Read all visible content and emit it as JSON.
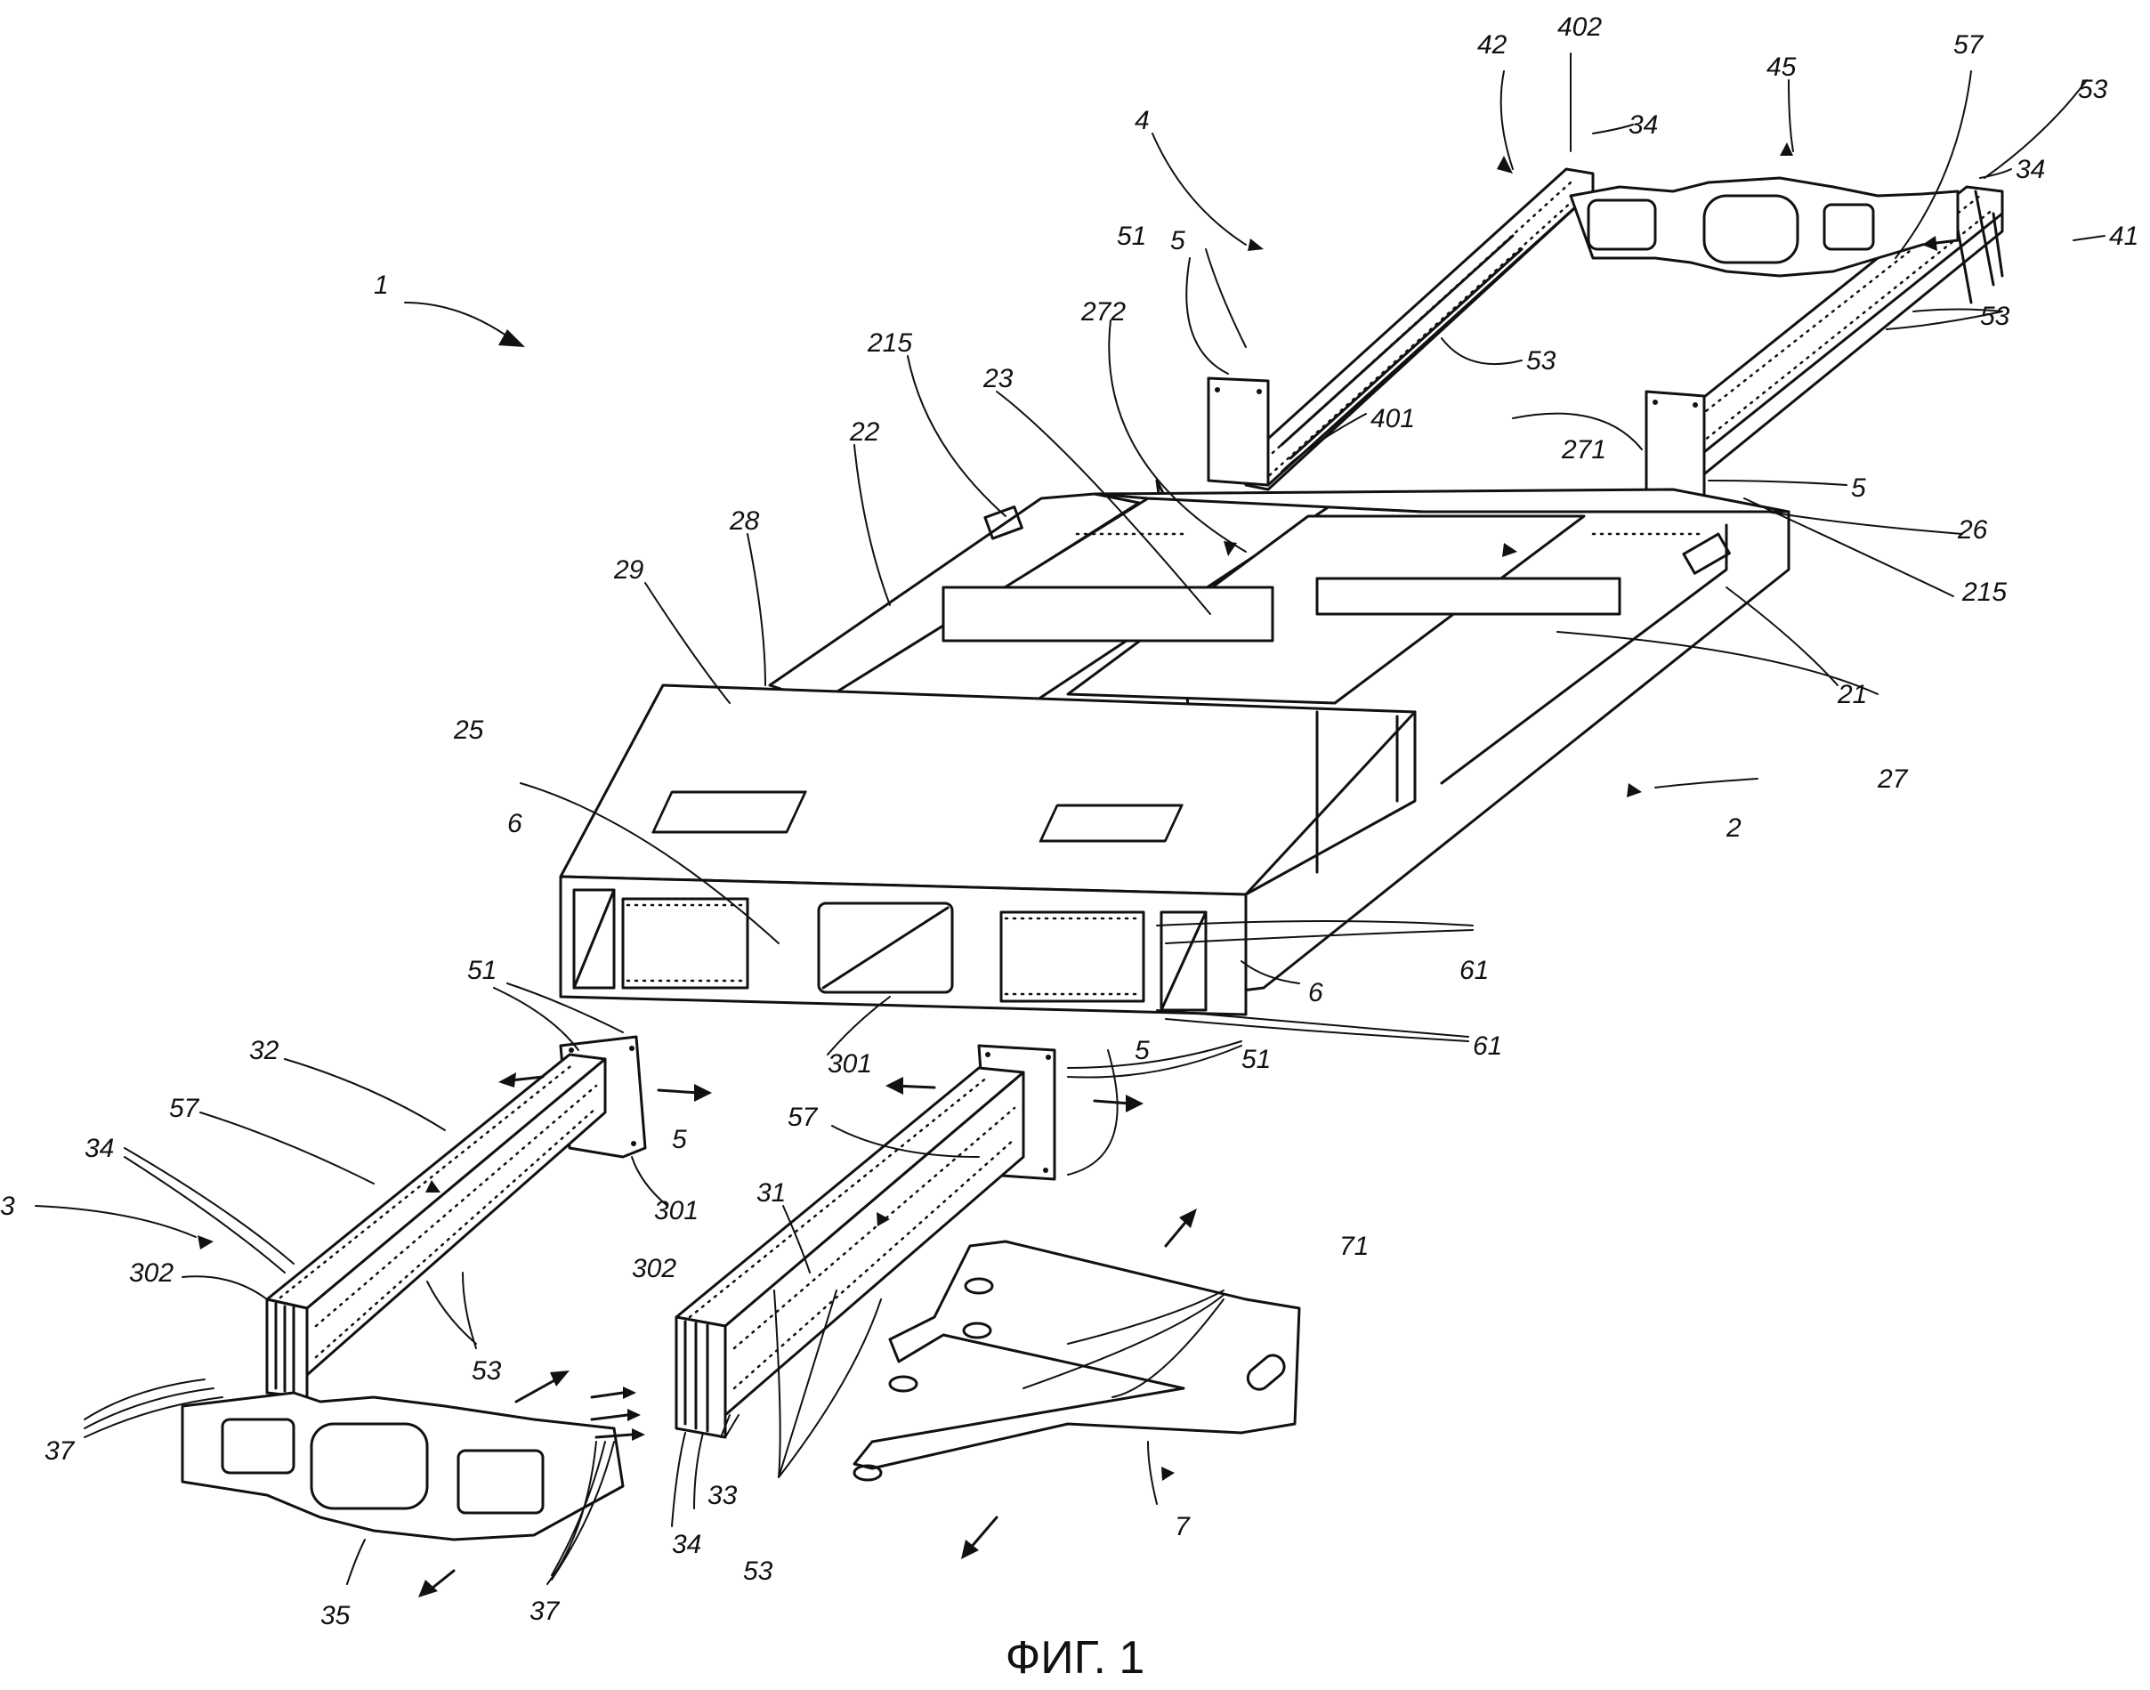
{
  "figure": {
    "caption": "ФИГ. 1",
    "labels": {
      "l1": "1",
      "l2": "2",
      "l3": "3",
      "l4": "4",
      "l5a": "5",
      "l5b": "5",
      "l5c": "5",
      "l5d": "5",
      "l6a": "6",
      "l6b": "6",
      "l7": "7",
      "l21": "21",
      "l22": "22",
      "l23": "23",
      "l25": "25",
      "l26": "26",
      "l27": "27",
      "l28": "28",
      "l29": "29",
      "l31": "31",
      "l32": "32",
      "l33": "33",
      "l34a": "34",
      "l34b": "34",
      "l34c": "34",
      "l34d": "34",
      "l35": "35",
      "l37a": "37",
      "l37b": "37",
      "l41": "41",
      "l42": "42",
      "l45": "45",
      "l51a": "51",
      "l51b": "51",
      "l51c": "51",
      "l53a": "53",
      "l53b": "53",
      "l53c": "53",
      "l53d": "53",
      "l53e": "53",
      "l57a": "57",
      "l57b": "57",
      "l57c": "57",
      "l61a": "61",
      "l61b": "61",
      "l71": "71",
      "l215a": "215",
      "l215b": "215",
      "l271": "271",
      "l272": "272",
      "l301a": "301",
      "l301b": "301",
      "l302a": "302",
      "l302b": "302",
      "l401": "401",
      "l402": "402"
    }
  }
}
